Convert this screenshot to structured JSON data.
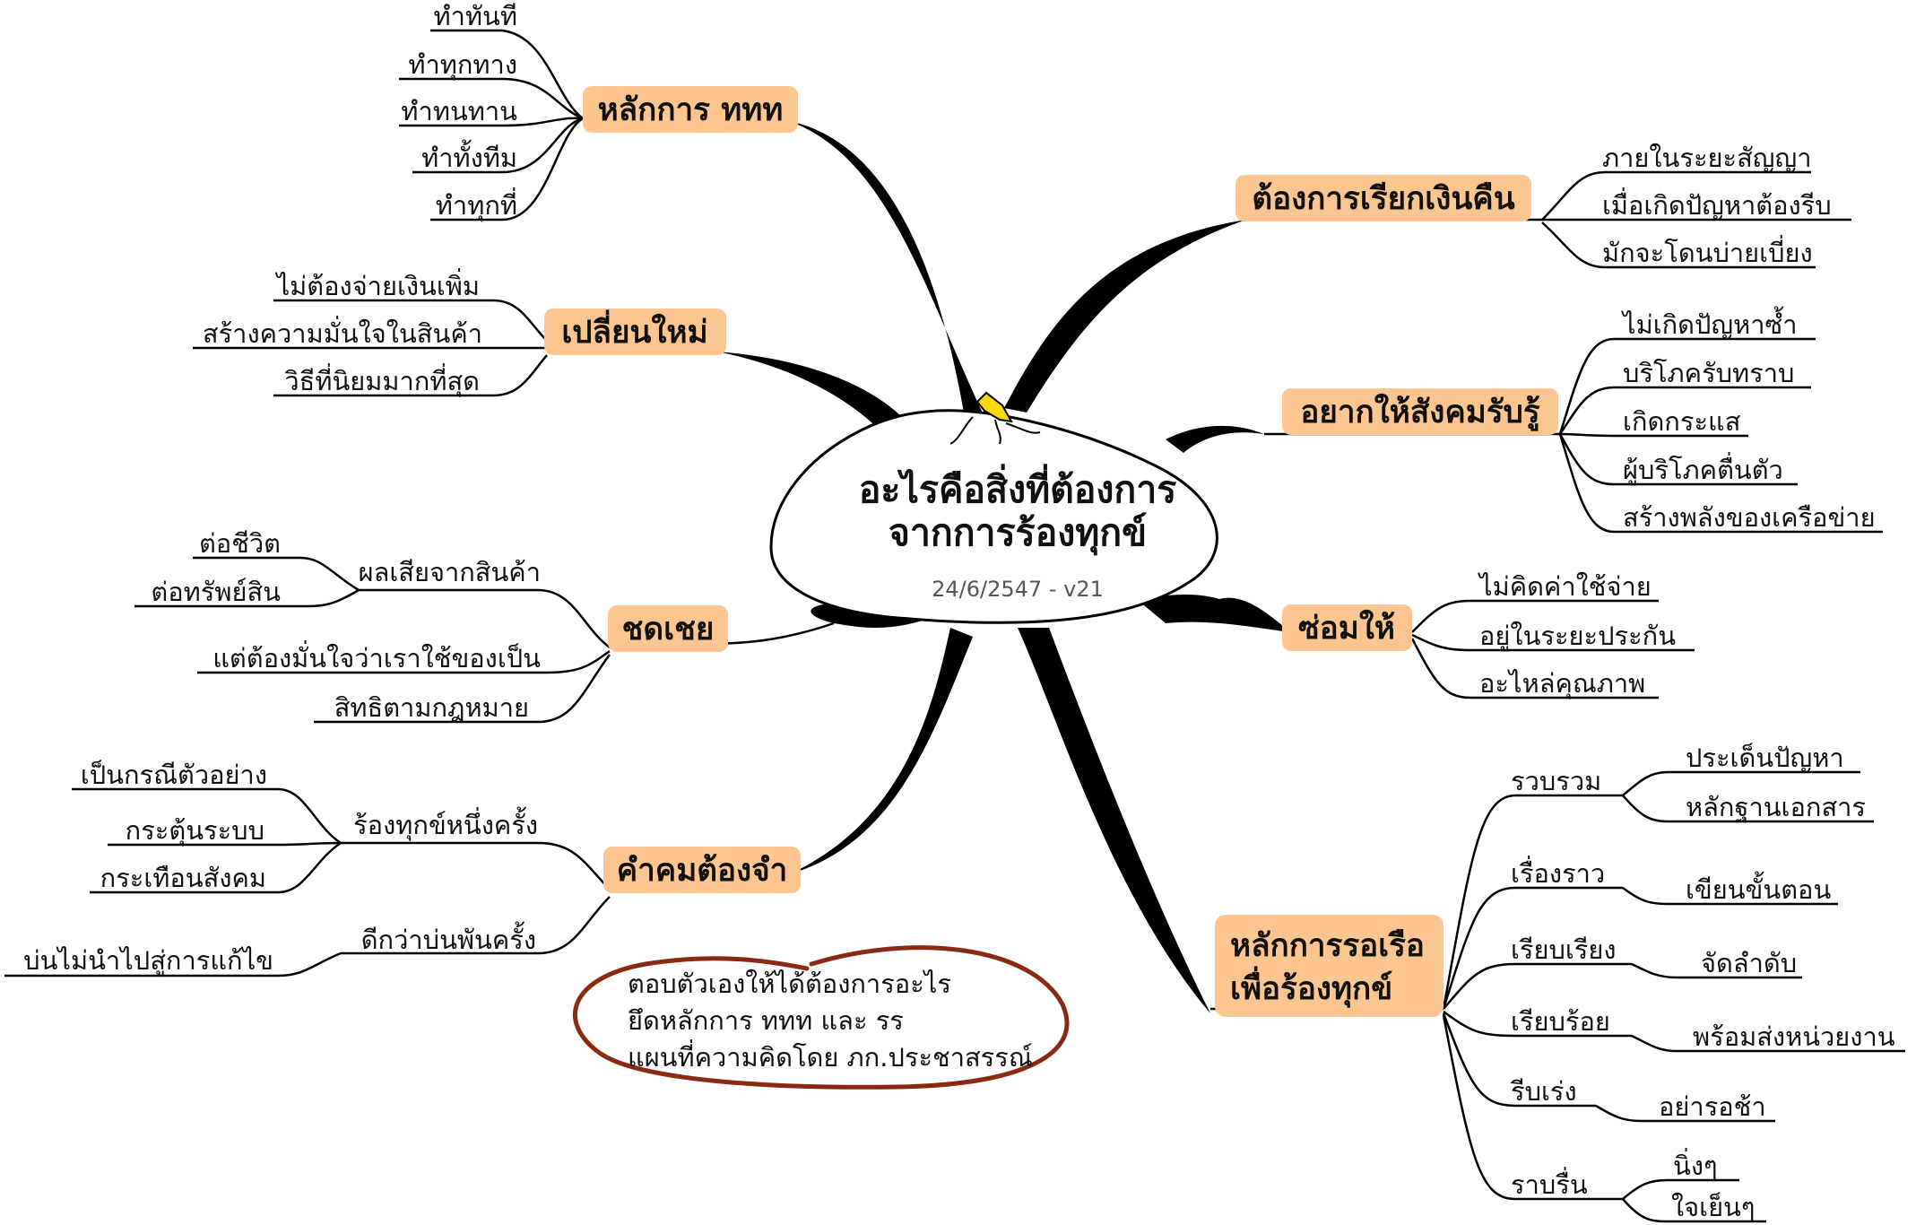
{
  "center": {
    "title_line1": "อะไรคือสิ่งที่ต้องการ",
    "title_line2": "จากการร้องทุกข์",
    "version": "24/6/2547 - v21"
  },
  "branches": {
    "principle_ttt": {
      "label": "หลักการ ททท",
      "items": [
        "ทำทันที",
        "ทำทุกทาง",
        "ทำทนทาน",
        "ทำทั้งทีม",
        "ทำทุกที่"
      ]
    },
    "replace_new": {
      "label": "เปลี่ยนใหม่",
      "items": [
        "ไม่ต้องจ่ายเงินเพิ่ม",
        "สร้างความมั่นใจในสินค้า",
        "วิธีที่นิยมมากที่สุด"
      ]
    },
    "compensate": {
      "label": "ชดเชย",
      "sub_label": "ผลเสียจากสินค้า",
      "sub_items": [
        "ต่อชีวิต",
        "ต่อทรัพย์สิน"
      ],
      "items": [
        "แต่ต้องมั่นใจว่าเราใช้ของเป็น",
        "สิทธิตามกฎหมาย"
      ]
    },
    "quotes": {
      "label": "คำคมต้องจำ",
      "sub1_label": "ร้องทุกข์หนึ่งครั้ง",
      "sub1_items": [
        "เป็นกรณีตัวอย่าง",
        "กระตุ้นระบบ",
        "กระเทือนสังคม"
      ],
      "sub2_label": "ดีกว่าบ่นพันครั้ง",
      "sub2_items": [
        "บ่นไม่นำไปสู่การแก้ไข"
      ]
    },
    "refund": {
      "label": "ต้องการเรียกเงินคืน",
      "items": [
        "ภายในระยะสัญญา",
        "เมื่อเกิดปัญหาต้องรีบ",
        "มักจะโดนบ่ายเบี่ยง"
      ]
    },
    "society": {
      "label": "อยากให้สังคมรับรู้",
      "items": [
        "ไม่เกิดปัญหาซ้ำ",
        "บริโภครับทราบ",
        "เกิดกระแส",
        "ผู้บริโภคตื่นตัว",
        "สร้างพลังของเครือข่าย"
      ]
    },
    "repair": {
      "label": "ซ่อมให้",
      "items": [
        "ไม่คิดค่าใช้จ่าย",
        "อยู่ในระยะประกัน",
        "อะไหล่คุณภาพ"
      ]
    },
    "rr": {
      "label_line1": "หลักการรอเรือ",
      "label_line2": "เพื่อร้องทุกข์",
      "groups": [
        {
          "label": "รวบรวม",
          "items": [
            "ประเด็นปัญหา",
            "หลักฐานเอกสาร"
          ]
        },
        {
          "label": "เรื่องราว",
          "items": [
            "เขียนขั้นตอน"
          ]
        },
        {
          "label": "เรียบเรียง",
          "items": [
            "จัดลำดับ"
          ]
        },
        {
          "label": "เรียบร้อย",
          "items": [
            "พร้อมส่งหน่วยงาน"
          ]
        },
        {
          "label": "รีบเร่ง",
          "items": [
            "อย่ารอช้า"
          ]
        },
        {
          "label": "ราบรื่น",
          "items": [
            "นิ่งๆ",
            "ใจเย็นๆ"
          ]
        }
      ]
    }
  },
  "note": {
    "line1": "ตอบตัวเองให้ได้ต้องการอะไร",
    "line2": "ยึดหลักการ ททท และ รร",
    "line3": "แผนที่ความคิดโดย ภก.ประชาสรรณ์"
  },
  "colors": {
    "branch_fill": "#fdc690",
    "line": "#000000",
    "note_ring": "#8b2a12",
    "bag_tie": "#f5d90a"
  }
}
